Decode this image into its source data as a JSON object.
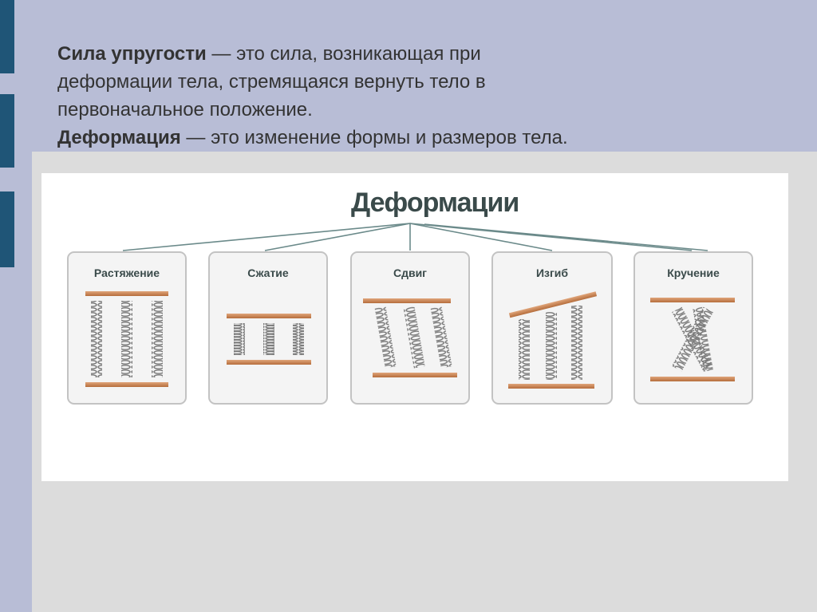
{
  "slide": {
    "line1_bold": "Сила упругости",
    "line1_rest": " — это сила, возникающая при",
    "line2": "деформации тела, стремящаяся вернуть тело в",
    "line3": "первоначальное положение.",
    "line4_bold": "Деформация",
    "line4_rest": " — это изменение формы и размеров тела."
  },
  "diagram": {
    "title": "Деформации",
    "cards": [
      {
        "label": "Растяжение",
        "type": "stretch"
      },
      {
        "label": "Сжатие",
        "type": "compress"
      },
      {
        "label": "Сдвиг",
        "type": "shear"
      },
      {
        "label": "Изгиб",
        "type": "bend"
      },
      {
        "label": "Кручение",
        "type": "twist"
      }
    ]
  },
  "colors": {
    "background": "#b8bdd6",
    "tabs": "#1f5577",
    "plate": "#c98553",
    "text": "#333333"
  }
}
